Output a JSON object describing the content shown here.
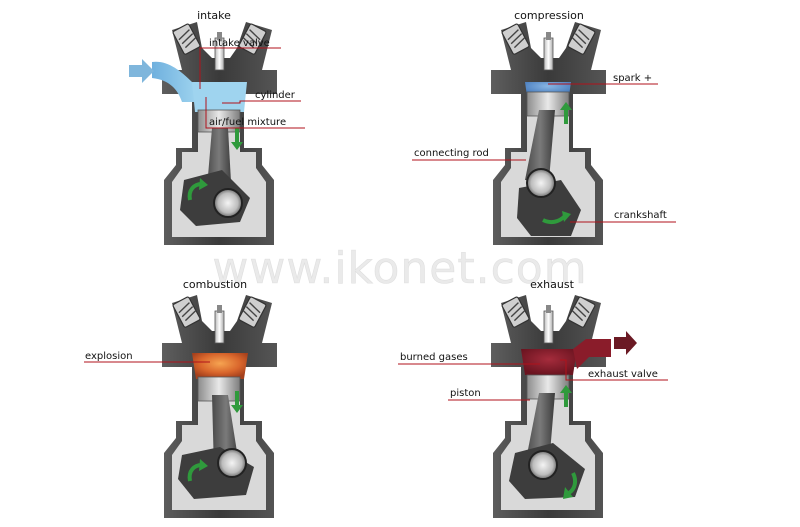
{
  "watermark": "www.ikonet.com",
  "panels": [
    {
      "id": "intake",
      "title": "intake",
      "labels": {
        "a": "intake valve",
        "b": "cylinder",
        "c": "air/fuel mixture"
      },
      "chamber_color": "#9fd4ef",
      "flow_color": "#7fb6dc",
      "piston_direction": "down"
    },
    {
      "id": "compression",
      "title": "compression",
      "labels": {
        "a": "spark +",
        "b": "connecting rod",
        "c": "crankshaft"
      },
      "chamber_color": "#4f86c6",
      "piston_direction": "up"
    },
    {
      "id": "combustion",
      "title": "combustion",
      "labels": {
        "a": "explosion"
      },
      "chamber_color": "#d9662c",
      "piston_direction": "down"
    },
    {
      "id": "exhaust",
      "title": "exhaust",
      "labels": {
        "a": "burned gases",
        "b": "exhaust valve",
        "c": "piston"
      },
      "chamber_color": "#8a1c2a",
      "flow_color": "#6b1a24",
      "piston_direction": "up"
    }
  ]
}
